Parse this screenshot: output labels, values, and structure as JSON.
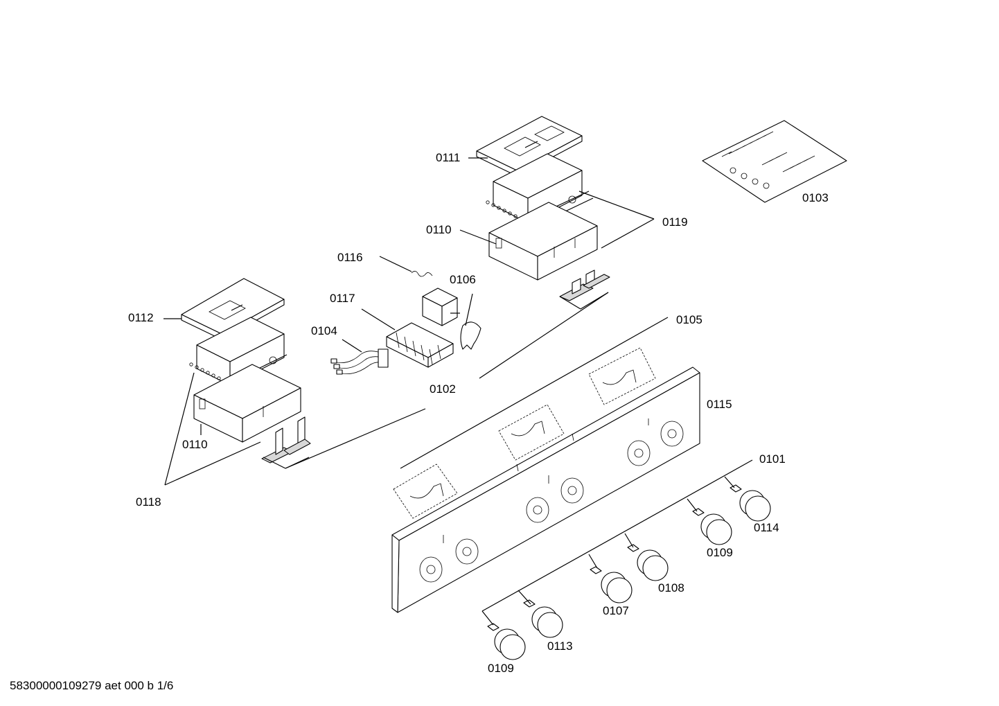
{
  "diagram": {
    "labels": {
      "l0111": "0111",
      "l0103": "0103",
      "l0119": "0119",
      "l0110a": "0110",
      "l0116": "0116",
      "l0106": "0106",
      "l0117": "0117",
      "l0112": "0112",
      "l0104": "0104",
      "l0105": "0105",
      "l0102": "0102",
      "l0115": "0115",
      "l0110b": "0110",
      "l0101": "0101",
      "l0118": "0118",
      "l0114": "0114",
      "l0109a": "0109",
      "l0108": "0108",
      "l0107": "0107",
      "l0113": "0113",
      "l0109b": "0109"
    }
  },
  "footer": {
    "doc_id": "58300000109279 aet 000 b 1/6"
  }
}
